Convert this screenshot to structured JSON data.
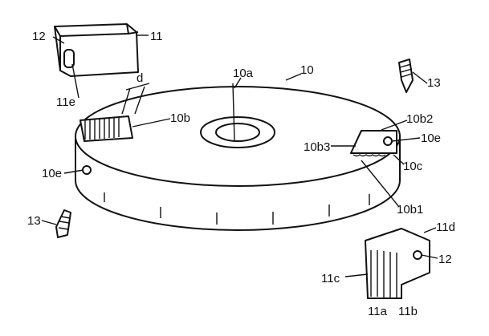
{
  "figure": {
    "labels": {
      "insert_top_12": "12",
      "insert_top_11": "11",
      "insert_top_11e": "11e",
      "width_d": "d",
      "hub_10a": "10a",
      "disc_10": "10",
      "screw_right_13": "13",
      "blade_10b": "10b",
      "blade_10b2": "10b2",
      "hole_right_10e": "10e",
      "blade_10b3": "10b3",
      "seat_10c": "10c",
      "hole_left_10e": "10e",
      "blade_10b1": "10b1",
      "screw_left_13": "13",
      "insert_bottom_11d": "11d",
      "insert_bottom_12": "12",
      "insert_bottom_11c": "11c",
      "insert_bottom_11a": "11a",
      "insert_bottom_11b": "11b"
    }
  }
}
